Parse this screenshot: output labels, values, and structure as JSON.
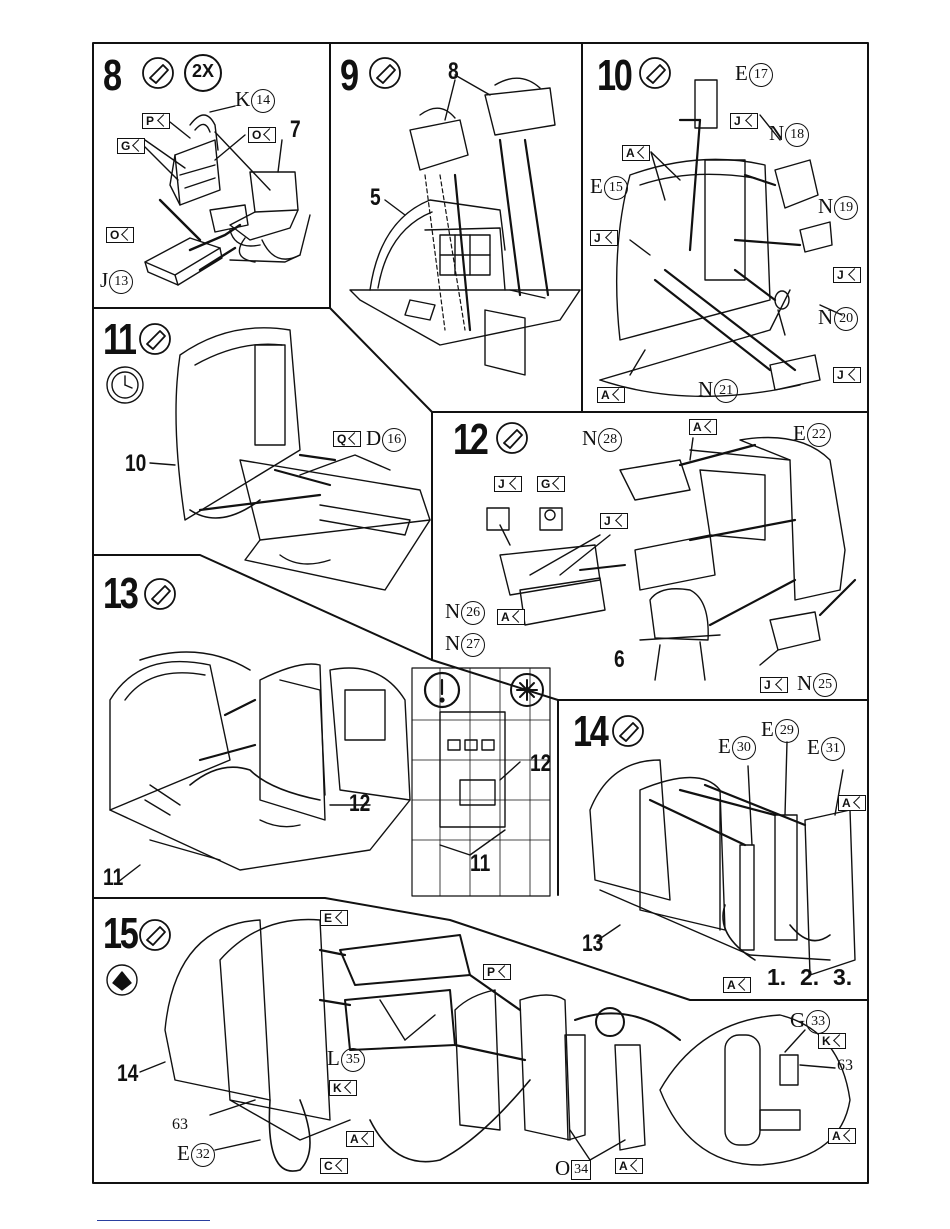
{
  "steps": [
    {
      "number": "8",
      "multiplier": "2X",
      "icons": [
        "glue-tube-icon"
      ]
    },
    {
      "number": "9",
      "icons": [
        "glue-tube-icon"
      ]
    },
    {
      "number": "10",
      "icons": [
        "glue-tube-icon"
      ]
    },
    {
      "number": "11",
      "icons": [
        "glue-tube-icon",
        "clock-icon"
      ]
    },
    {
      "number": "12",
      "icons": [
        "glue-tube-icon"
      ]
    },
    {
      "number": "13",
      "icons": [
        "glue-tube-icon"
      ]
    },
    {
      "number": "14",
      "icons": [
        "glue-tube-icon"
      ]
    },
    {
      "number": "15",
      "icons": [
        "glue-tube-icon",
        "paint-icon"
      ]
    }
  ],
  "parts": {
    "k14": {
      "letter": "K",
      "num": "14"
    },
    "j13": {
      "letter": "J",
      "num": "13"
    },
    "e17": {
      "letter": "E",
      "num": "17"
    },
    "n18": {
      "letter": "N",
      "num": "18"
    },
    "e15": {
      "letter": "E",
      "num": "15"
    },
    "n19": {
      "letter": "N",
      "num": "19"
    },
    "n20": {
      "letter": "N",
      "num": "20"
    },
    "n21": {
      "letter": "N",
      "num": "21"
    },
    "d16": {
      "letter": "D",
      "num": "16"
    },
    "n28": {
      "letter": "N",
      "num": "28"
    },
    "e22": {
      "letter": "E",
      "num": "22"
    },
    "n26": {
      "letter": "N",
      "num": "26"
    },
    "n27": {
      "letter": "N",
      "num": "27"
    },
    "n25": {
      "letter": "N",
      "num": "25"
    },
    "e30": {
      "letter": "E",
      "num": "30"
    },
    "e29": {
      "letter": "E",
      "num": "29"
    },
    "e31": {
      "letter": "E",
      "num": "31"
    },
    "l35": {
      "letter": "L",
      "num": "35"
    },
    "e32": {
      "letter": "E",
      "num": "32"
    },
    "o34": {
      "letter": "O",
      "num": "34"
    },
    "g33": {
      "letter": "G",
      "num": "33"
    }
  },
  "colour_flags": {
    "P": "P",
    "G": "G",
    "O": "O",
    "A": "A",
    "J": "J",
    "Q": "Q",
    "E": "E",
    "K": "K",
    "C": "C"
  },
  "refs": {
    "seven": "7",
    "eight": "8",
    "five": "5",
    "ten": "10",
    "six": "6",
    "twelve": "12",
    "eleven": "11",
    "thirteen": "13",
    "fourteen": "14",
    "sixtythree": "63"
  },
  "sequence": [
    "1.",
    "2.",
    "3."
  ],
  "colors": {
    "ink": "#111111",
    "paper": "#ffffff",
    "footer_rule": "#2a3f9f"
  }
}
